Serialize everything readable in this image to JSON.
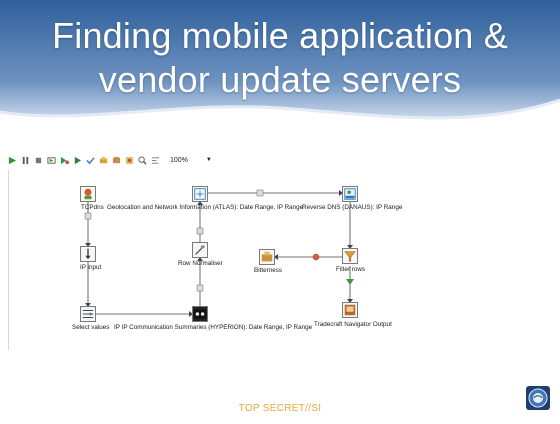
{
  "slide": {
    "title_line1": "Finding mobile application &",
    "title_line2": "vendor update servers",
    "classification": "TOP SECRET//SI"
  },
  "toolbar": {
    "icons": [
      "run-icon",
      "pause-icon",
      "stop-icon",
      "preview-icon",
      "debug-icon",
      "replay-icon",
      "verify-icon",
      "impact-icon",
      "sql-icon",
      "explore-icon",
      "results-icon",
      "align-icon"
    ],
    "zoom": "100%"
  },
  "workflow": {
    "steps": {
      "tcpdns": "TCPdns",
      "ip_input": "IP input",
      "select_values": "Select values",
      "hyperion": "IP IP Communication Summaries (HYPERION): Date Range, IP Range",
      "row_normaliser": "Row Normaliser",
      "atlas": "Geolocation and Network Information (ATLAS): Date Range, IP Range",
      "danaus": "Reverse DNS (DANAUS): IP Range",
      "filter_rows": "Filter rows",
      "bitterness": "Bitterness",
      "tradecraft": "Tradecraft Navigator Output"
    }
  },
  "colors": {
    "banner_top": "#2f5f9a",
    "banner_bottom": "#b8c9df",
    "classification": "#e8a838"
  }
}
